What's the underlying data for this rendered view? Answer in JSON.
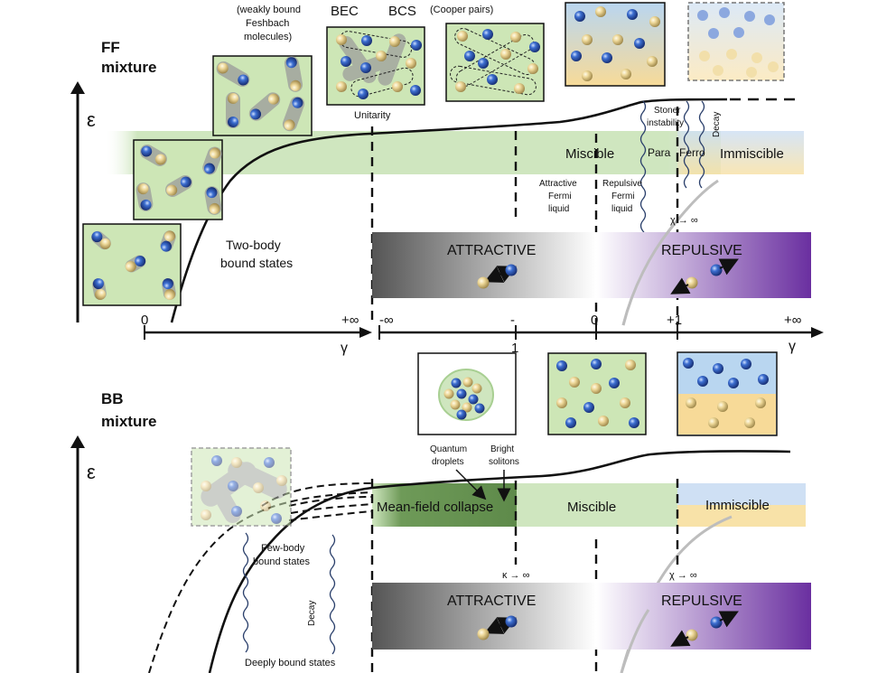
{
  "ff": {
    "title_line1": "FF",
    "title_line2": "mixture",
    "energy_label": "ε",
    "top_labels": {
      "feshbach_l1": "(weakly bound",
      "feshbach_l2": "Feshbach",
      "feshbach_l3": "molecules)",
      "bec": "BEC",
      "bcs": "BCS",
      "cooper": "(Cooper pairs)",
      "unitarity": "Unitarity"
    },
    "two_body_l1": "Two-body",
    "two_body_l2": "bound states",
    "miscible": "Miscible",
    "para": "Para",
    "ferro": "Ferro",
    "immiscible": "Immiscible",
    "stoner_l1": "Stoner",
    "stoner_l2": "instability",
    "decay": "Decay",
    "attractive_fermi_l1": "Attractive",
    "attractive_fermi_l2": "Fermi",
    "attractive_fermi_l3": "liquid",
    "repulsive_fermi_l1": "Repulsive",
    "repulsive_fermi_l2": "Fermi",
    "repulsive_fermi_l3": "liquid",
    "chi_inf": "χ → ∞",
    "attractive_box": "ATTRACTIVE",
    "repulsive_box": "REPULSIVE"
  },
  "axis": {
    "left_zero": "0",
    "left_plus_inf": "+∞",
    "left_gamma": "γ",
    "right_minus_inf": "-∞",
    "right_minus_one_top": "-",
    "right_minus_one_bottom": "1",
    "right_zero": "0",
    "right_plus_one": "+1",
    "right_plus_inf": "+∞",
    "right_gamma": "γ"
  },
  "bb": {
    "title_line1": "BB",
    "title_line2": "mixture",
    "energy_label": "ε",
    "quantum_l1": "Quantum",
    "quantum_l2": "droplets",
    "bright_l1": "Bright",
    "bright_l2": "solitons",
    "mean_field": "Mean-field collapse",
    "miscible": "Miscible",
    "immiscible": "Immiscible",
    "few_body_l1": "Few-body",
    "few_body_l2": "bound states",
    "decay": "Decay",
    "deeply": "Deeply bound states",
    "kappa_inf": "κ → ∞",
    "chi_inf": "χ → ∞",
    "attractive_box": "ATTRACTIVE",
    "repulsive_box": "REPULSIVE"
  },
  "colors": {
    "green_band": "#cfe6bf",
    "box_green": "#cde6b6",
    "dark_green": "#5e8a4a",
    "blue_atom": "#2f5bb7",
    "yellow_atom": "#e6cf8a",
    "purple": "#6a2fa0",
    "gray_dark": "#555555"
  }
}
